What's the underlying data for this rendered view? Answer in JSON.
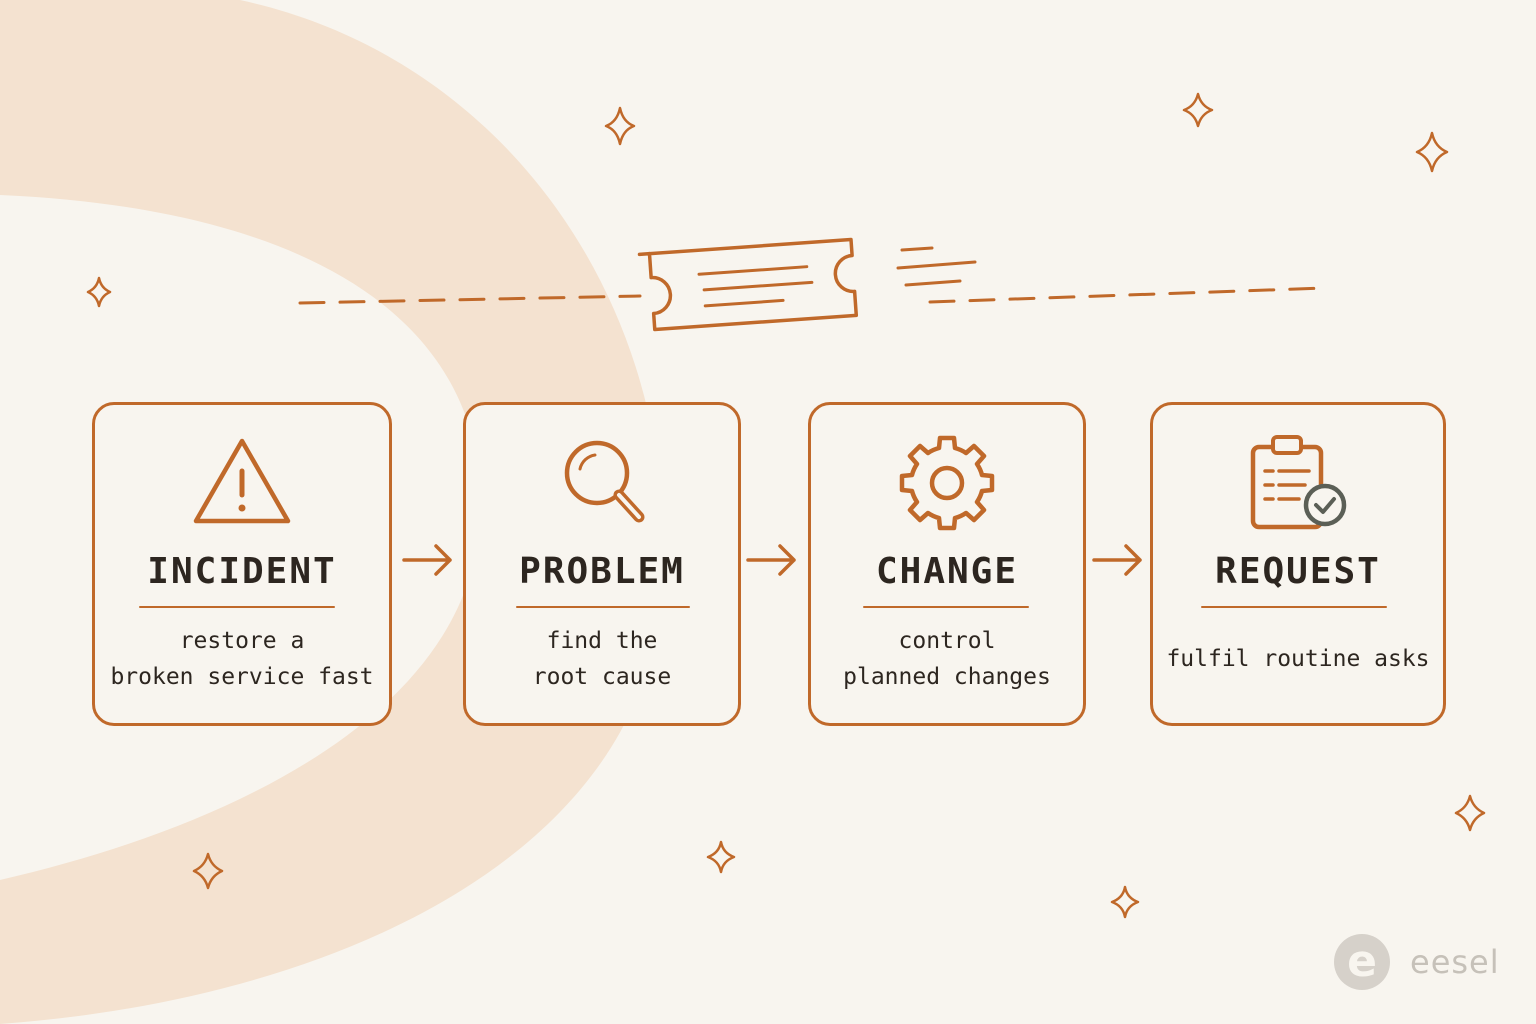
{
  "palette": {
    "background": "#f8f5ef",
    "swoosh": "#f4e2d0",
    "accent": "#c0692a",
    "text": "#2d2620",
    "check_badge": "#5b5f56",
    "brand_grey": "#c6c1b9"
  },
  "ticket": {
    "icon": "ticket-icon"
  },
  "steps": [
    {
      "icon": "warning-triangle-icon",
      "title": "INCIDENT",
      "desc_line1": "restore a",
      "desc_line2": "broken service fast"
    },
    {
      "icon": "magnifier-icon",
      "title": "PROBLEM",
      "desc_line1": "find the",
      "desc_line2": "root cause"
    },
    {
      "icon": "gear-icon",
      "title": "CHANGE",
      "desc_line1": "control",
      "desc_line2": "planned changes"
    },
    {
      "icon": "clipboard-check-icon",
      "title": "REQUEST",
      "desc_line1": "fulfil routine asks",
      "desc_line2": ""
    }
  ],
  "brand": {
    "logo_letter": "e",
    "name": "eesel"
  }
}
